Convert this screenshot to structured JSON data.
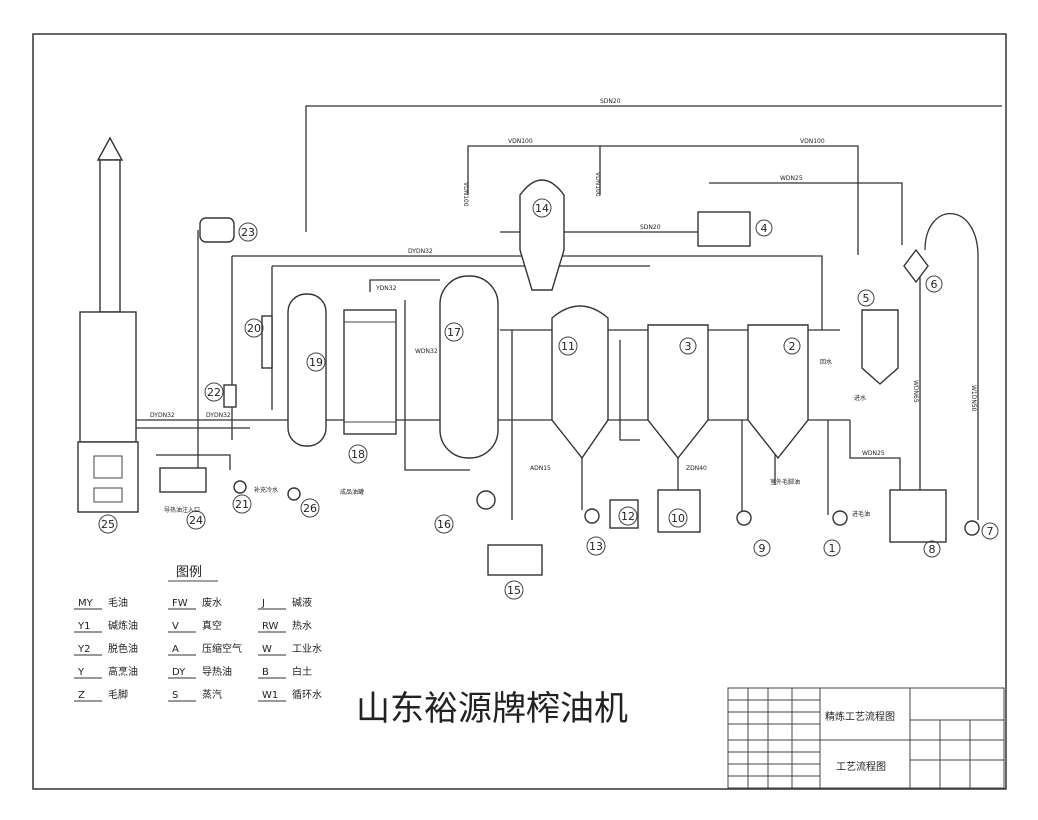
{
  "diagram": {
    "main_caption": "山东裕源牌榨油机",
    "legend_title": "图例",
    "legend": [
      {
        "code": "MY",
        "name": "毛油"
      },
      {
        "code": "FW",
        "name": "废水"
      },
      {
        "code": "J",
        "name": "碱液"
      },
      {
        "code": "Y1",
        "name": "碱炼油"
      },
      {
        "code": "V",
        "name": "真空"
      },
      {
        "code": "RW",
        "name": "热水"
      },
      {
        "code": "Y2",
        "name": "脱色油"
      },
      {
        "code": "A",
        "name": "压缩空气"
      },
      {
        "code": "W",
        "name": "工业水"
      },
      {
        "code": "Y",
        "name": "高烹油"
      },
      {
        "code": "DY",
        "name": "导热油"
      },
      {
        "code": "B",
        "name": "白土"
      },
      {
        "code": "Z",
        "name": "毛脚"
      },
      {
        "code": "S",
        "name": "蒸汽"
      },
      {
        "code": "W1",
        "name": "循环水"
      }
    ],
    "title_block": {
      "drawing_name": "精炼工艺流程图",
      "sheet_title": "工艺流程图"
    },
    "equipment_numbers": [
      "1",
      "2",
      "3",
      "4",
      "5",
      "6",
      "7",
      "8",
      "9",
      "10",
      "11",
      "12",
      "13",
      "14",
      "15",
      "16",
      "17",
      "18",
      "19",
      "20",
      "21",
      "22",
      "23",
      "24",
      "25",
      "26"
    ],
    "pipe_labels": {
      "s_top": "SDN20",
      "v_mid": "VDN100",
      "v_right": "VDN100",
      "v_vert_a": "VDN100",
      "v_vert_b": "VDN100",
      "w25": "WDN25",
      "s20b": "SDN20",
      "dy32": "DYDN32",
      "y32": "YDN32",
      "w32": "WDN32",
      "adn15": "ADN15",
      "dy32_left": "DYDN32",
      "dy32_b": "DYDN32",
      "w65": "WDN65",
      "w1": "W1DN50",
      "wdn25b": "WDN25",
      "zdn40": "ZDN40"
    },
    "notes": {
      "out_pump": "室外毛脚油",
      "inlet": "进毛油",
      "oil_fill": "导热油注入口",
      "fill_cool": "补充冷水",
      "product_tank": "成品油罐",
      "return_water": "回水",
      "inlet_water": "进水"
    }
  }
}
